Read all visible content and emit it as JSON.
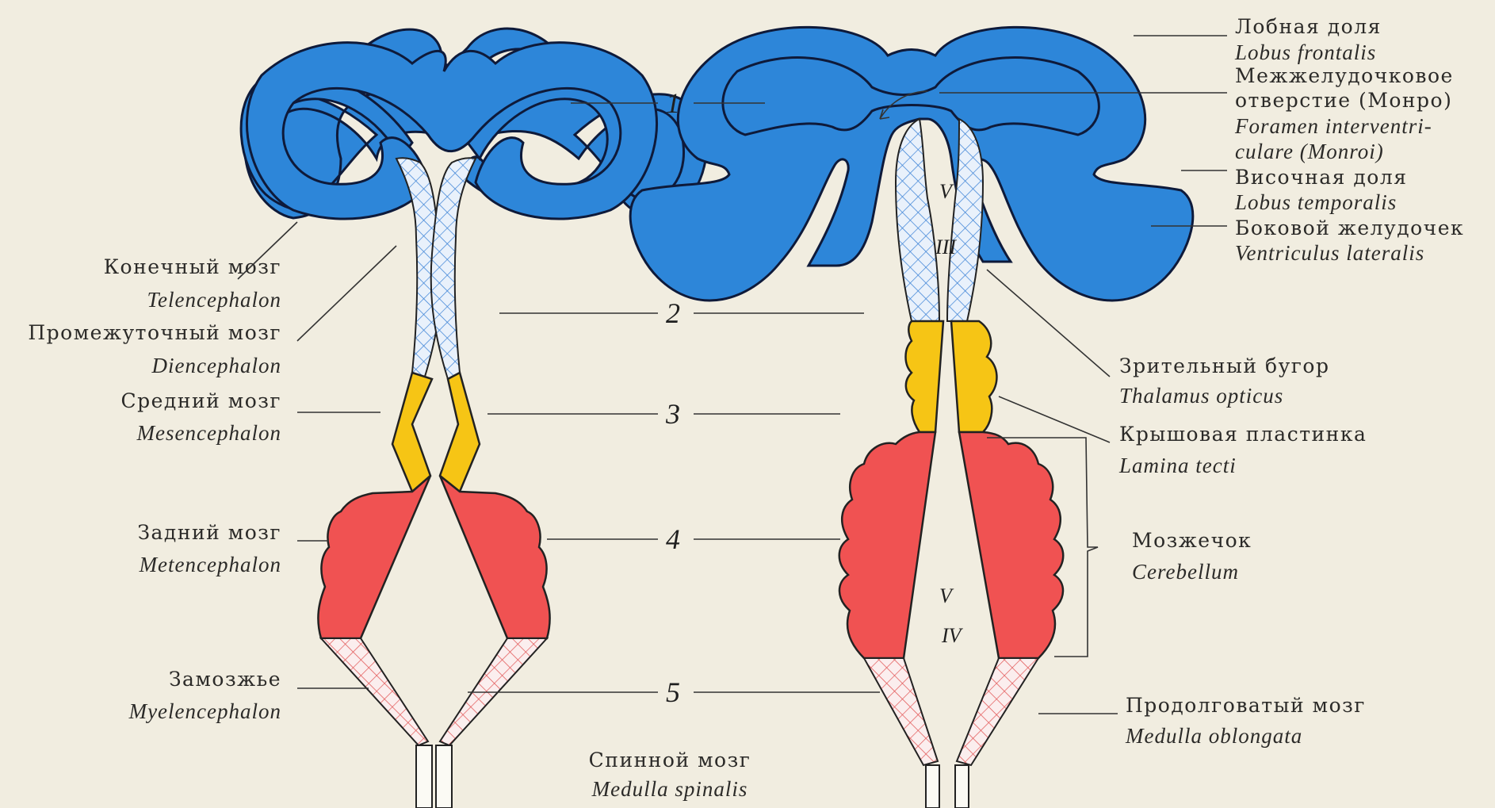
{
  "colors": {
    "telencephalon": "#2d86d9",
    "diencephalon": "#7fb2e8",
    "mesencephalon": "#f6c515",
    "metencephalon": "#f05252",
    "myelencephalon": "#f08888",
    "background": "#f1ede0"
  },
  "left_labels": [
    {
      "ru": "Конечный мозг",
      "la": "Telencephalon"
    },
    {
      "ru": "Промежуточный мозг",
      "la": "Diencephalon"
    },
    {
      "ru": "Средний мозг",
      "la": "Mesencephalon"
    },
    {
      "ru": "Задний мозг",
      "la": "Metencephalon"
    },
    {
      "ru": "Замозжье",
      "la": "Myelencephalon"
    }
  ],
  "center_numbers": [
    "1",
    "2",
    "3",
    "4",
    "5"
  ],
  "bottom_label": {
    "ru": "Спинной мозг",
    "la": "Medulla spinalis"
  },
  "ventricles": {
    "v3_symbol": "V",
    "v3_roman": "III",
    "v4_symbol": "V",
    "v4_roman": "IV"
  },
  "right_labels": {
    "frontal": {
      "ru": "Лобная доля",
      "la": "Lobus frontalis"
    },
    "foramen": {
      "ru1": "Межжелудочковое",
      "ru2": "отверстие (Монро)",
      "la1": "Foramen interventri-",
      "la2": "culare (Monroi)"
    },
    "temporal": {
      "ru": "Височная доля",
      "la": "Lobus temporalis"
    },
    "lateral_ventricle": {
      "ru": "Боковой желудочек",
      "la": "Ventriculus lateralis"
    },
    "thalamus": {
      "ru": "Зрительный бугор",
      "la": "Thalamus opticus"
    },
    "tectum": {
      "ru": "Крышовая пластинка",
      "la": "Lamina tecti"
    },
    "cerebellum": {
      "ru": "Мозжечок",
      "la": "Cerebellum"
    },
    "medulla": {
      "ru": "Продолговатый мозг",
      "la": "Medulla oblongata"
    }
  }
}
